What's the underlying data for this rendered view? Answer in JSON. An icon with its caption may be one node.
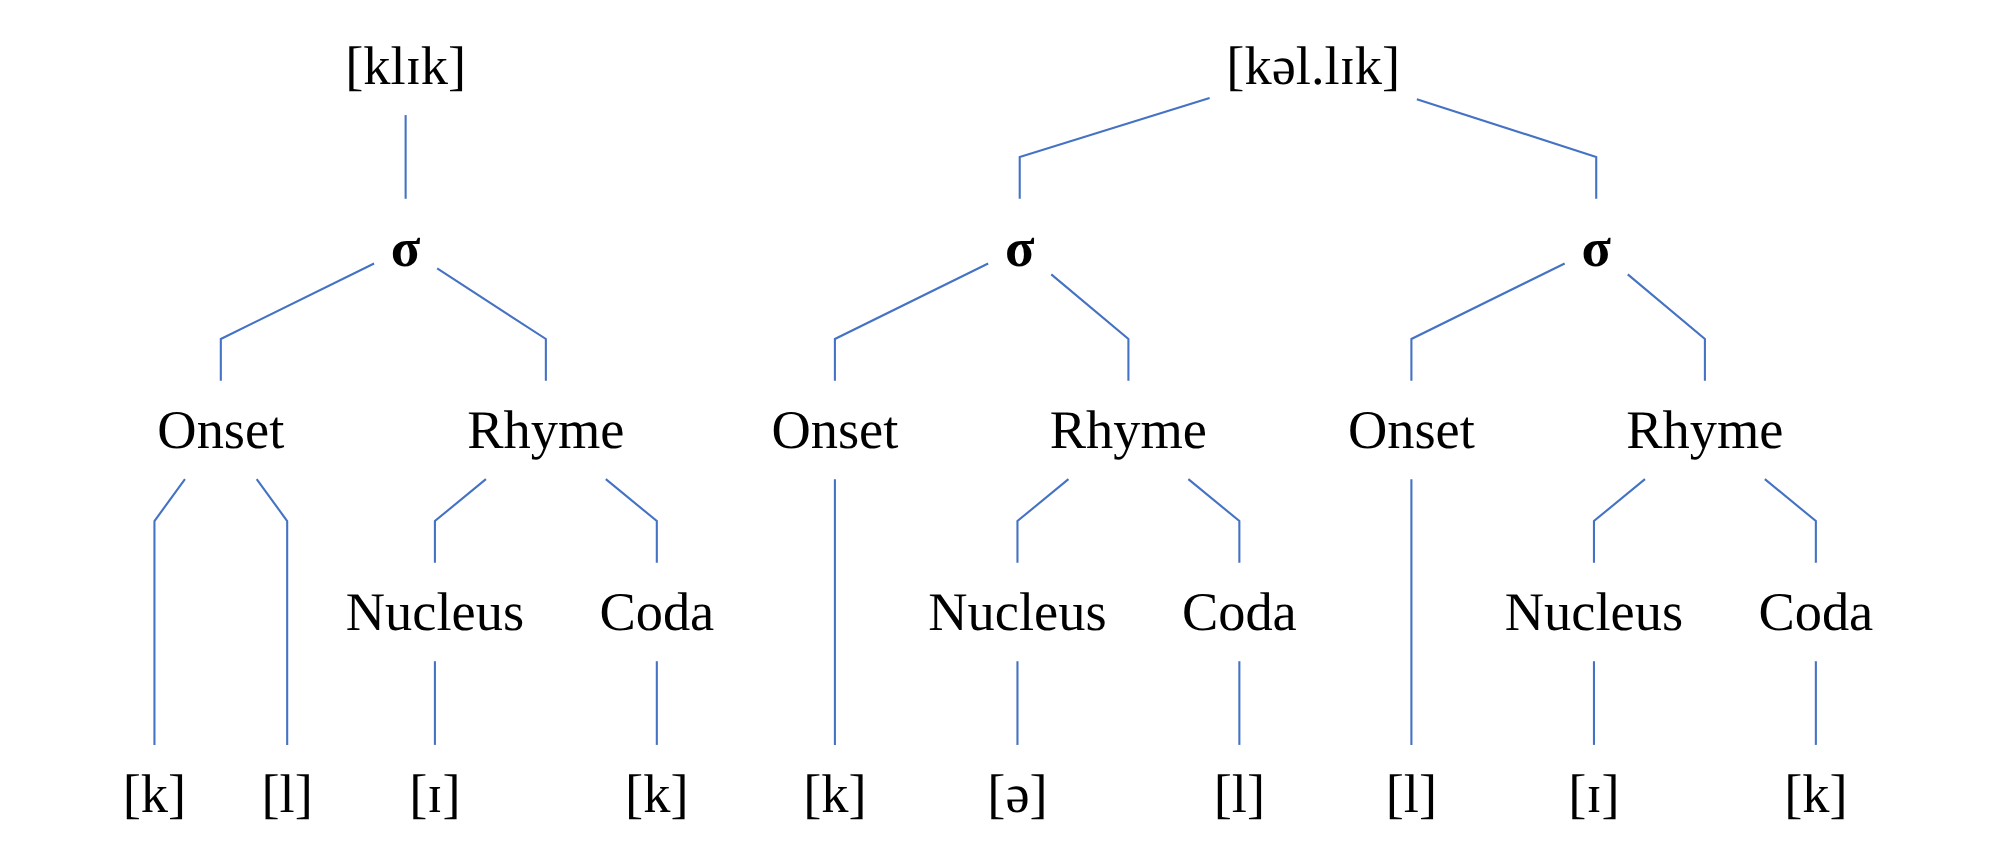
{
  "diagram": {
    "nodes": [
      {
        "text": [
          "[klɪk]"
        ]
      },
      {
        "text": [
          "σ"
        ]
      },
      {
        "text": [
          "Onset"
        ]
      },
      {
        "text": [
          "Rhyme"
        ]
      },
      {
        "text": [
          "[k]"
        ]
      },
      {
        "text": [
          "[l]"
        ]
      },
      {
        "text": [
          "Nucleus"
        ]
      },
      {
        "text": [
          "Coda"
        ]
      },
      {
        "text": [
          "[ɪ]"
        ]
      },
      {
        "text": [
          "[k]"
        ]
      },
      {
        "text": [
          "[kəl.lɪk]"
        ]
      },
      {
        "text": [
          "σ"
        ]
      },
      {
        "text": [
          "σ"
        ]
      },
      {
        "text": [
          "Onset"
        ]
      },
      {
        "text": [
          "Rhyme"
        ]
      },
      {
        "text": [
          "Onset"
        ]
      },
      {
        "text": [
          "Rhyme"
        ]
      },
      {
        "text": [
          "[k]"
        ]
      },
      {
        "text": [
          "Nucleus"
        ]
      },
      {
        "text": [
          "Coda"
        ]
      },
      {
        "text": [
          "[l]"
        ]
      },
      {
        "text": [
          "Nucleus"
        ]
      },
      {
        "text": [
          "Coda"
        ]
      },
      {
        "text": [
          "[ə]"
        ]
      },
      {
        "text": [
          "[l]"
        ]
      },
      {
        "text": [
          "[ɪ]"
        ]
      },
      {
        "text": [
          "[k]"
        ]
      }
    ],
    "edges": [
      {
        "from": 0,
        "to": 1,
        "arrow": "none"
      },
      {
        "from": 1,
        "to": 2,
        "arrow": "none"
      },
      {
        "from": 1,
        "to": 3,
        "arrow": "none"
      },
      {
        "from": 2,
        "to": 4,
        "arrow": "none"
      },
      {
        "from": 2,
        "to": 5,
        "arrow": "none"
      },
      {
        "from": 3,
        "to": 6,
        "arrow": "none"
      },
      {
        "from": 3,
        "to": 7,
        "arrow": "none"
      },
      {
        "from": 6,
        "to": 8,
        "arrow": "none"
      },
      {
        "from": 7,
        "to": 9,
        "arrow": "none"
      },
      {
        "from": 10,
        "to": 11,
        "arrow": "none"
      },
      {
        "from": 10,
        "to": 12,
        "arrow": "none"
      },
      {
        "from": 11,
        "to": 13,
        "arrow": "none"
      },
      {
        "from": 11,
        "to": 14,
        "arrow": "none"
      },
      {
        "from": 12,
        "to": 15,
        "arrow": "none"
      },
      {
        "from": 12,
        "to": 16,
        "arrow": "none"
      },
      {
        "from": 13,
        "to": 17,
        "arrow": "none"
      },
      {
        "from": 14,
        "to": 18,
        "arrow": "none"
      },
      {
        "from": 14,
        "to": 19,
        "arrow": "none"
      },
      {
        "from": 15,
        "to": 20,
        "arrow": "none"
      },
      {
        "from": 16,
        "to": 21,
        "arrow": "none"
      },
      {
        "from": 16,
        "to": 22,
        "arrow": "none"
      },
      {
        "from": 18,
        "to": 23,
        "arrow": "none"
      },
      {
        "from": 19,
        "to": 24,
        "arrow": "none"
      },
      {
        "from": 21,
        "to": 25,
        "arrow": "none"
      },
      {
        "from": 22,
        "to": 26,
        "arrow": "none"
      }
    ]
  }
}
